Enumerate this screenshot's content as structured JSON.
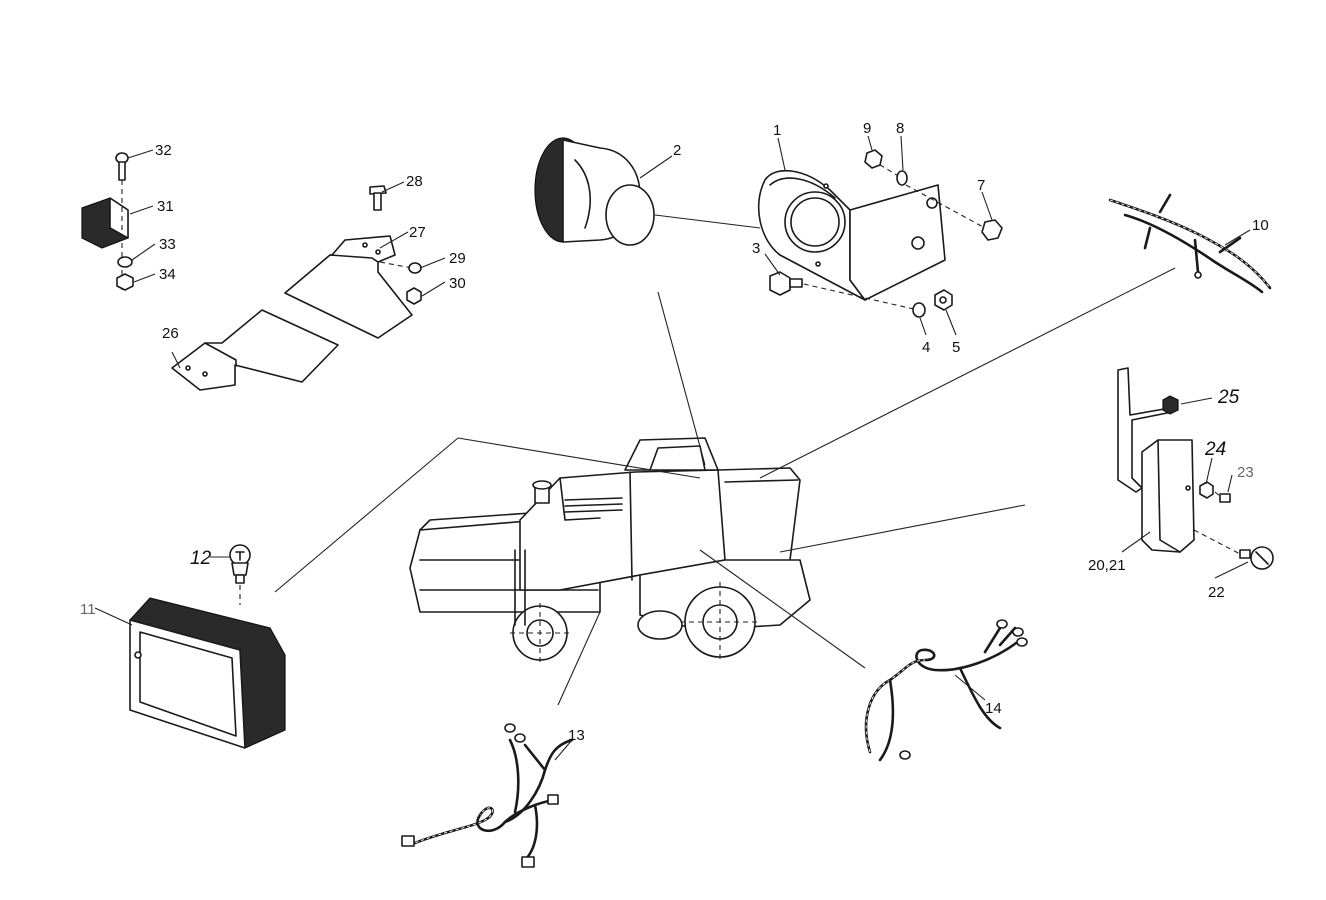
{
  "callouts": {
    "c1": "1",
    "c2": "2",
    "c3": "3",
    "c4": "4",
    "c5": "5",
    "c7": "7",
    "c8": "8",
    "c9": "9",
    "c10": "10",
    "c11": "11",
    "c12": "12",
    "c13": "13",
    "c14": "14",
    "c20_21": "20,21",
    "c22": "22",
    "c23": "23",
    "c24": "24",
    "c25": "25",
    "c26": "26",
    "c27": "27",
    "c28": "28",
    "c29": "29",
    "c30": "30",
    "c31": "31",
    "c32": "32",
    "c33": "33",
    "c34": "34"
  },
  "colors": {
    "ink": "#1a1a1a",
    "paper": "#ffffff"
  }
}
